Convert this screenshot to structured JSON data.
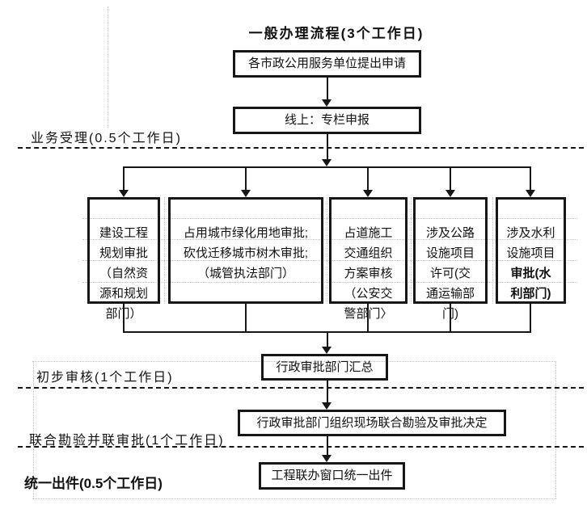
{
  "title": "一般办理流程(3个工作日)",
  "boxes": {
    "apply": "各市政公用服务单位提出申请",
    "online": "线上：专栏申报",
    "summary": "行政审批部门汇总",
    "joint_review": "行政审批部门组织现场联合勘验及审批决定",
    "output": "工程联办窗口统一出件"
  },
  "branches": [
    {
      "text": "建设工程\n规划审批\n（自然资\n源和规划\n部门）"
    },
    {
      "text": "占用城市绿化用地审批;\n砍伐迁移城市树木审批;\n（城管执法部门）"
    },
    {
      "text": "占道施工\n交通组织\n方案审核\n（公安交\n警部门〉"
    },
    {
      "text": "涉及公路\n设施项目\n许可(交\n通运输部\n门)"
    },
    {
      "text": "涉及水利\n设施项目\n",
      "bold_text": "审批(水\n利部门)"
    }
  ],
  "stage_labels": {
    "acceptance": "业务受理(0.5个工作日)",
    "preliminary": "初步审核(1个工作日)",
    "joint": "联合勘验并联审批(1个工作日)",
    "output": "统一出件(0.5个工作日)"
  }
}
